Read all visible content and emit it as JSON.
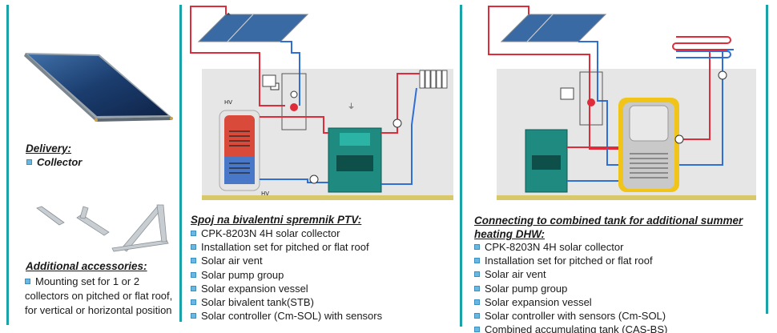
{
  "left": {
    "delivery_heading": "Delivery:",
    "delivery_item": "Collector",
    "accessories_heading": "Additional accessories:",
    "accessories_lines": [
      "Mounting set for 1 or 2",
      "collectors on pitched or flat roof,",
      "for vertical or horizontal position"
    ]
  },
  "middle": {
    "heading": "Spoj na bivalentni spremnik PTV:",
    "diagram_labels": [
      "HV",
      "HV"
    ],
    "items": [
      "CPK-8203N 4H solar collector",
      "Installation set for pitched or flat roof",
      "Solar air vent",
      "Solar pump group",
      "Solar expansion vessel",
      "Solar bivalent tank(STB)",
      "Solar controller (Cm-SOL) with sensors"
    ]
  },
  "right": {
    "heading_lines": [
      "Connecting to combined tank for additional summer",
      "heating DHW:"
    ],
    "items": [
      "CPK-8203N 4H solar collector",
      "Installation set for pitched or flat roof",
      "Solar air vent",
      "Solar pump group",
      "Solar expansion vessel",
      "Solar controller with sensors (Cm-SOL)",
      "Combined accumulating tank (CAS-BS)"
    ]
  },
  "colors": {
    "divider": "#19a3a8",
    "bullet": "#6ab7df",
    "hot_pipe": "#e02b3a",
    "cold_pipe": "#2f6fd6",
    "boiler": "#1e8a80"
  },
  "icons": [
    "solar-collector",
    "mounting-rail",
    "tank",
    "boiler",
    "pump",
    "radiator",
    "controller"
  ]
}
